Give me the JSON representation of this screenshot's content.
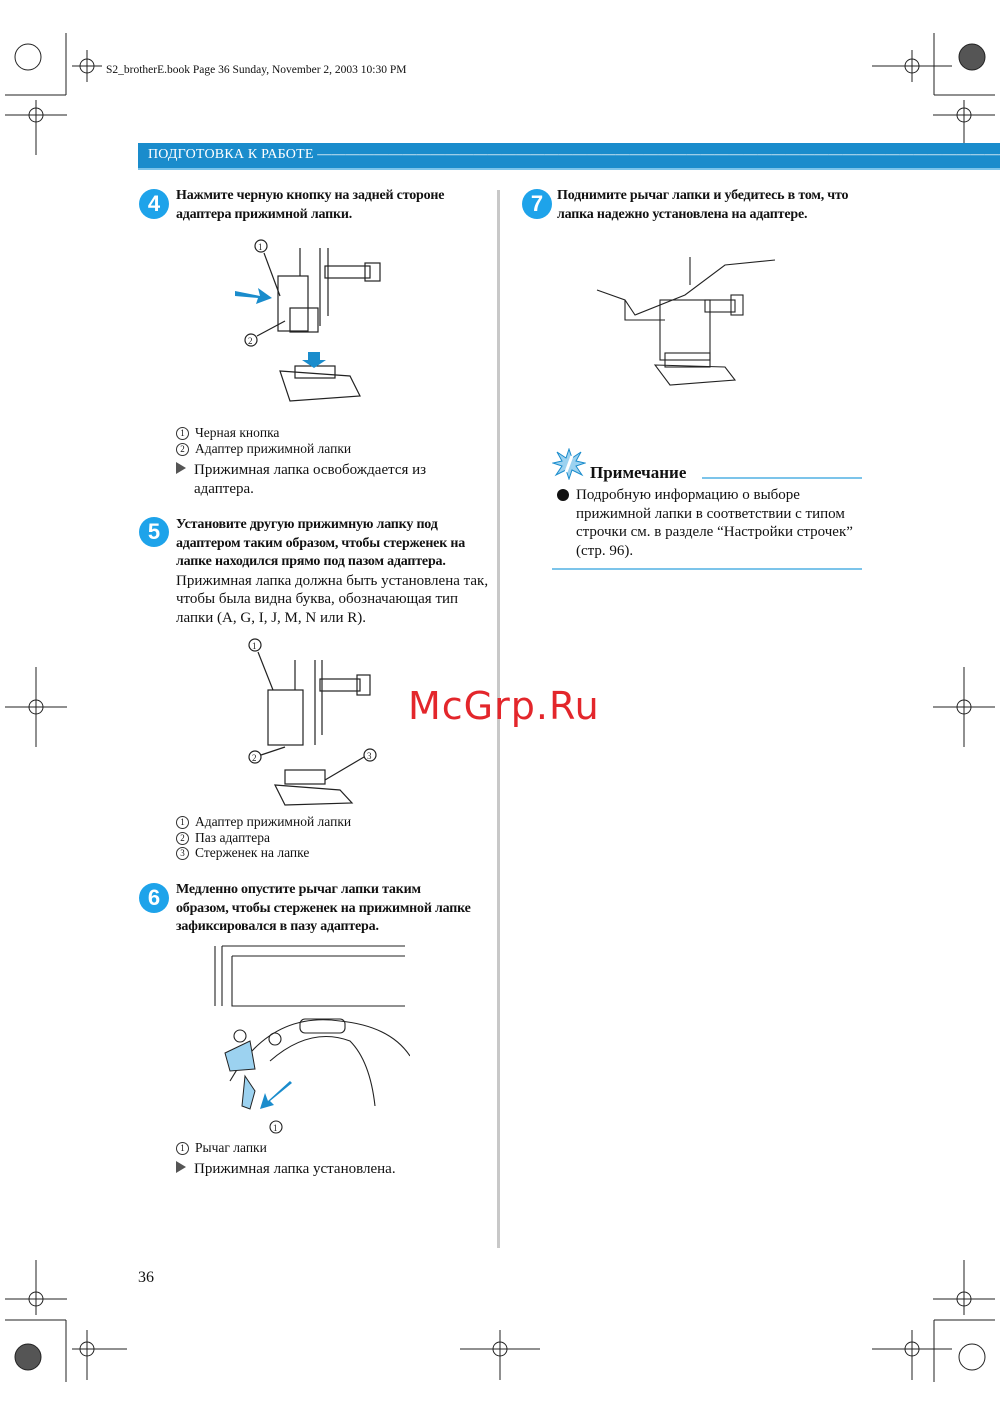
{
  "file_header": "S2_brotherE.book  Page 36  Sunday, November 2, 2003  10:30 PM",
  "section_title": "ПОДГОТОВКА К РАБОТЕ",
  "section_dashes": "————————————————————————————————————————————————————",
  "steps": {
    "s4": {
      "num": "4",
      "title": "Нажмите черную кнопку на задней стороне адаптера прижимной лапки.",
      "captions": [
        {
          "n": "1",
          "t": "Черная кнопка"
        },
        {
          "n": "2",
          "t": "Адаптер прижимной лапки"
        }
      ],
      "result": "Прижимная лапка освобождается из адаптера."
    },
    "s5": {
      "num": "5",
      "title": "Установите другую прижимную лапку под адаптером таким образом, чтобы стерженек на лапке находился прямо под пазом адаптера.",
      "body": "Прижимная лапка должна быть установлена так, чтобы была видна буква, обозначающая тип лапки (A, G, I, J, M, N или R).",
      "captions": [
        {
          "n": "1",
          "t": "Адаптер прижимной лапки"
        },
        {
          "n": "2",
          "t": "Паз адаптера"
        },
        {
          "n": "3",
          "t": "Стерженек на лапке"
        }
      ]
    },
    "s6": {
      "num": "6",
      "title": "Медленно опустите рычаг лапки таким образом, чтобы стерженек на прижимной лапке зафиксировался в пазу адаптера.",
      "captions": [
        {
          "n": "1",
          "t": "Рычаг лапки"
        }
      ],
      "result": "Прижимная лапка установлена."
    },
    "s7": {
      "num": "7",
      "title": "Поднимите рычаг лапки и убедитесь в том, что лапка надежно установлена на адаптере."
    }
  },
  "note": {
    "title": "Примечание",
    "text": "Подробную информацию о выборе прижимной лапки в соответствии с типом строчки см. в разделе “Настройки строчек” (стр. 96)."
  },
  "page_number": "36",
  "watermark": "McGrp.Ru",
  "colors": {
    "accent": "#1a8ccc",
    "step": "#1ea3ea",
    "watermark": "#e3262b"
  }
}
